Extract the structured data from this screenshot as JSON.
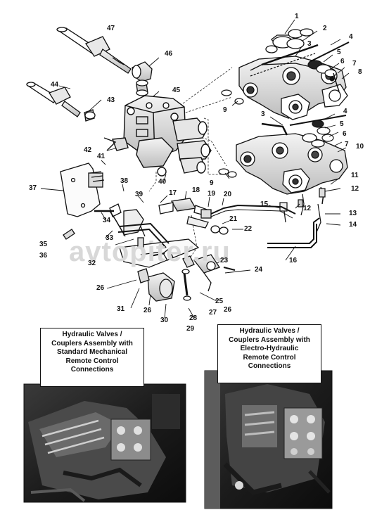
{
  "watermark": "avtopiter.ru",
  "callouts": [
    {
      "id": "c1",
      "text": "1"
    },
    {
      "id": "c2",
      "text": "2"
    },
    {
      "id": "c3",
      "text": "3"
    },
    {
      "id": "c4",
      "text": "4"
    },
    {
      "id": "c5",
      "text": "5"
    },
    {
      "id": "c6",
      "text": "6"
    },
    {
      "id": "c7",
      "text": "7"
    },
    {
      "id": "c8",
      "text": "8"
    },
    {
      "id": "c9",
      "text": "9"
    },
    {
      "id": "c3b",
      "text": "3"
    },
    {
      "id": "c4b",
      "text": "4"
    },
    {
      "id": "c5b",
      "text": "5"
    },
    {
      "id": "c6b",
      "text": "6"
    },
    {
      "id": "c7b",
      "text": "7"
    },
    {
      "id": "c10",
      "text": "10"
    },
    {
      "id": "c9b",
      "text": "9"
    },
    {
      "id": "c11",
      "text": "11"
    },
    {
      "id": "c12",
      "text": "12"
    },
    {
      "id": "c12b",
      "text": "12"
    },
    {
      "id": "c13",
      "text": "13"
    },
    {
      "id": "c14",
      "text": "14"
    },
    {
      "id": "c15",
      "text": "15"
    },
    {
      "id": "c16",
      "text": "16"
    },
    {
      "id": "c17",
      "text": "17"
    },
    {
      "id": "c18",
      "text": "18"
    },
    {
      "id": "c19",
      "text": "19"
    },
    {
      "id": "c20",
      "text": "20"
    },
    {
      "id": "c21",
      "text": "21"
    },
    {
      "id": "c22",
      "text": "22"
    },
    {
      "id": "c23",
      "text": "23"
    },
    {
      "id": "c24",
      "text": "24"
    },
    {
      "id": "c25",
      "text": "25"
    },
    {
      "id": "c26",
      "text": "26"
    },
    {
      "id": "c26b",
      "text": "26"
    },
    {
      "id": "c26c",
      "text": "26"
    },
    {
      "id": "c27",
      "text": "27"
    },
    {
      "id": "c28",
      "text": "28"
    },
    {
      "id": "c29",
      "text": "29"
    },
    {
      "id": "c30",
      "text": "30"
    },
    {
      "id": "c31",
      "text": "31"
    },
    {
      "id": "c32",
      "text": "32"
    },
    {
      "id": "c33",
      "text": "33"
    },
    {
      "id": "c34",
      "text": "34"
    },
    {
      "id": "c35",
      "text": "35"
    },
    {
      "id": "c36",
      "text": "36"
    },
    {
      "id": "c37",
      "text": "37"
    },
    {
      "id": "c38",
      "text": "38"
    },
    {
      "id": "c39",
      "text": "39"
    },
    {
      "id": "c40",
      "text": "40"
    },
    {
      "id": "c41",
      "text": "41"
    },
    {
      "id": "c42",
      "text": "42"
    },
    {
      "id": "c43",
      "text": "43"
    },
    {
      "id": "c44",
      "text": "44"
    },
    {
      "id": "c45",
      "text": "45"
    },
    {
      "id": "c46",
      "text": "46"
    },
    {
      "id": "c47",
      "text": "47"
    }
  ],
  "captions": {
    "left": [
      "Hydraulic Valves /",
      "Couplers Assembly with",
      "Standard Mechanical",
      "Remote Control",
      "Connections"
    ],
    "right": [
      "Hydraulic Valves /",
      "Couplers Assembly with",
      "Electro-Hydraulic",
      "Remote Control",
      "Connections"
    ]
  }
}
